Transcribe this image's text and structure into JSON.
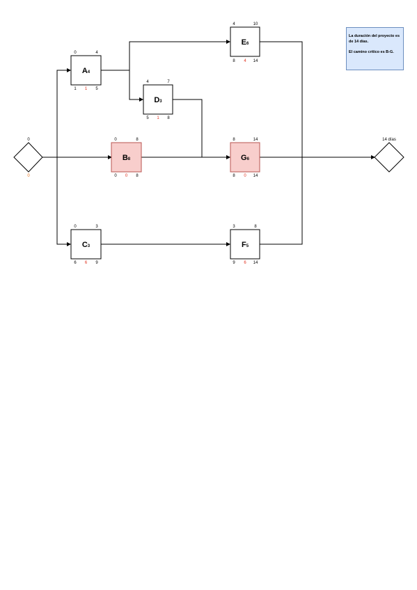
{
  "nodes": {
    "A": {
      "name": "A",
      "duration": "4",
      "es": "0",
      "ef": "4",
      "ls": "1",
      "slack": "1",
      "lf": "5"
    },
    "B": {
      "name": "B",
      "duration": "8",
      "es": "0",
      "ef": "8",
      "ls": "0",
      "slack": "0",
      "lf": "8"
    },
    "C": {
      "name": "C",
      "duration": "3",
      "es": "0",
      "ef": "3",
      "ls": "6",
      "slack": "6",
      "lf": "9"
    },
    "D": {
      "name": "D",
      "duration": "3",
      "es": "4",
      "ef": "7",
      "ls": "5",
      "slack": "1",
      "lf": "8"
    },
    "E": {
      "name": "E",
      "duration": "6",
      "es": "4",
      "ef": "10",
      "ls": "8",
      "slack": "4",
      "lf": "14"
    },
    "F": {
      "name": "F",
      "duration": "5",
      "es": "3",
      "ef": "8",
      "ls": "9",
      "slack": "6",
      "lf": "14"
    },
    "G": {
      "name": "G",
      "duration": "6",
      "es": "8",
      "ef": "14",
      "ls": "8",
      "slack": "0",
      "lf": "14"
    }
  },
  "start": {
    "top": "0",
    "bottom": "0"
  },
  "end": {
    "top": "14 días"
  },
  "note": {
    "line1": "La duración del proyecto es de 14 días.",
    "line2": "El camino crítico es B-G."
  },
  "colors": {
    "critical_fill": "#f8cecc",
    "critical_stroke": "#b85450",
    "note_fill": "#dae8fc",
    "note_stroke": "#6c8ebf",
    "slack_red": "#e0301e",
    "start_orange": "#e8741c"
  }
}
